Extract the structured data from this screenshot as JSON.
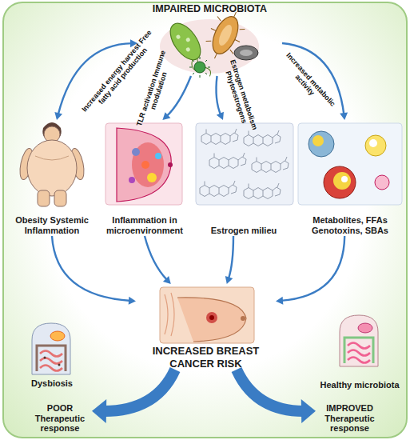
{
  "diagram": {
    "nodes": [
      {
        "text": [
          "IMPAIRED MICROBIOTA"
        ]
      },
      {
        "text": [
          "Obesity Systemic Inflammation"
        ]
      },
      {
        "text": [
          "Inflammation in microenvironment"
        ]
      },
      {
        "text": [
          "Estrogen milieu"
        ]
      },
      {
        "text": [
          "Metabolites, FFAs Genotoxins, SBAs"
        ]
      },
      {
        "text": [
          "INCREASED BREAST CANCER RISK"
        ]
      },
      {
        "text": [
          "Dysbiosis"
        ]
      },
      {
        "text": [
          "Healthy microbiota"
        ]
      },
      {
        "text": [
          "POOR Therapeutic response"
        ]
      },
      {
        "text": [
          "IMPROVED Therapeutic response"
        ]
      }
    ],
    "edges": [
      {
        "from": 0,
        "to": 1,
        "label": "Increased energy harvest Free fatty acid production",
        "arrow": "both"
      },
      {
        "from": 0,
        "to": 2,
        "label": "TLR activation Immune modulation",
        "arrow": "to"
      },
      {
        "from": 0,
        "to": 3,
        "label": "Estrogen metabolism Phytoestrogens",
        "arrow": "to"
      },
      {
        "from": 0,
        "to": 4,
        "label": "Increased metabolic activity",
        "arrow": "to"
      },
      {
        "from": 1,
        "to": 5,
        "arrow": "to"
      },
      {
        "from": 2,
        "to": 5,
        "arrow": "to"
      },
      {
        "from": 3,
        "to": 5,
        "arrow": "to"
      },
      {
        "from": 4,
        "to": 5,
        "arrow": "to"
      },
      {
        "from": 5,
        "to": 8,
        "arrow": "to"
      },
      {
        "from": 5,
        "to": 9,
        "arrow": "to"
      }
    ]
  }
}
